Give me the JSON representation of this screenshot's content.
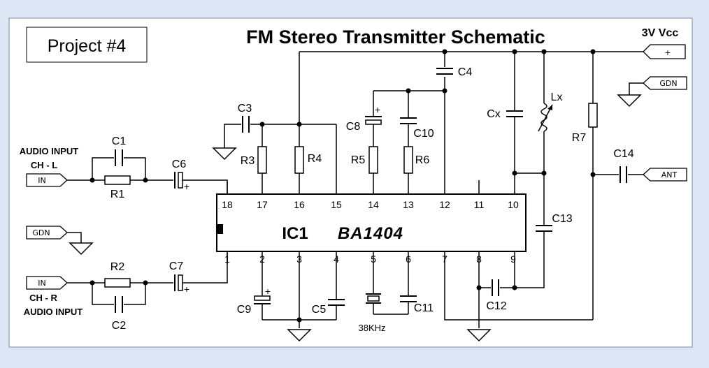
{
  "project_label": "Project #4",
  "title": "FM Stereo Transmitter Schematic",
  "supply_label": "3V  Vcc",
  "connectors": {
    "vcc": "+",
    "gnd_top": "GDN",
    "gnd_left": "GDN",
    "ant": "ANT",
    "in_left": "IN",
    "in_right": "IN"
  },
  "inputs": {
    "left_line1": "AUDIO  INPUT",
    "left_line2": "CH - L",
    "right_line1": "CH - R",
    "right_line2": "AUDIO  INPUT"
  },
  "ic": {
    "ref": "IC1",
    "part": "BA1404",
    "top_pins": [
      "18",
      "17",
      "16",
      "15",
      "14",
      "13",
      "12",
      "11",
      "10"
    ],
    "bottom_pins": [
      "1",
      "2",
      "3",
      "4",
      "5",
      "6",
      "7",
      "8",
      "9"
    ]
  },
  "components": {
    "C1": "C1",
    "C2": "C2",
    "C3": "C3",
    "C4": "C4",
    "C5": "C5",
    "C6": "C6",
    "C7": "C7",
    "C8": "C8",
    "C9": "C9",
    "C10": "C10",
    "C11": "C11",
    "C12": "C12",
    "C13": "C13",
    "C14": "C14",
    "R1": "R1",
    "R2": "R2",
    "R3": "R3",
    "R4": "R4",
    "R5": "R5",
    "R6": "R6",
    "R7": "R7",
    "Cx": "Cx",
    "Lx": "Lx",
    "crystal": "38KHz"
  },
  "polarity_mark": "+"
}
